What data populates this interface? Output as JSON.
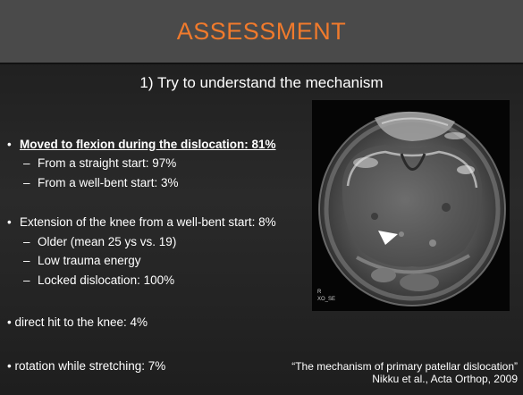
{
  "slide": {
    "title": "ASSESSMENT",
    "subtitle": "1)   Try to understand the mechanism"
  },
  "bullets": {
    "b1": "Moved to flexion during the dislocation: 81%",
    "b1_1": "From a straight start: 97%",
    "b1_2": "From a well-bent start: 3%",
    "b2": "Extension of the knee from a well-bent start: 8%",
    "b2_1": "Older (mean 25 ys vs. 19)",
    "b2_2": "Low trauma energy",
    "b2_3": "Locked dislocation: 100%",
    "b3": "• direct hit to the knee: 4%",
    "b4": "• rotation while stretching: 7%"
  },
  "citation": {
    "line1": "“The mechanism of primary patellar dislocation”",
    "line2": "Nikku et al., Acta Orthop, 2009"
  },
  "image": {
    "marker_text": "R\nXO_SE"
  },
  "glyphs": {
    "bullet": "•",
    "dash": "–"
  },
  "colors": {
    "title": "#f07a2c",
    "title_bar": "#4a4a4a",
    "text": "#ffffff"
  }
}
